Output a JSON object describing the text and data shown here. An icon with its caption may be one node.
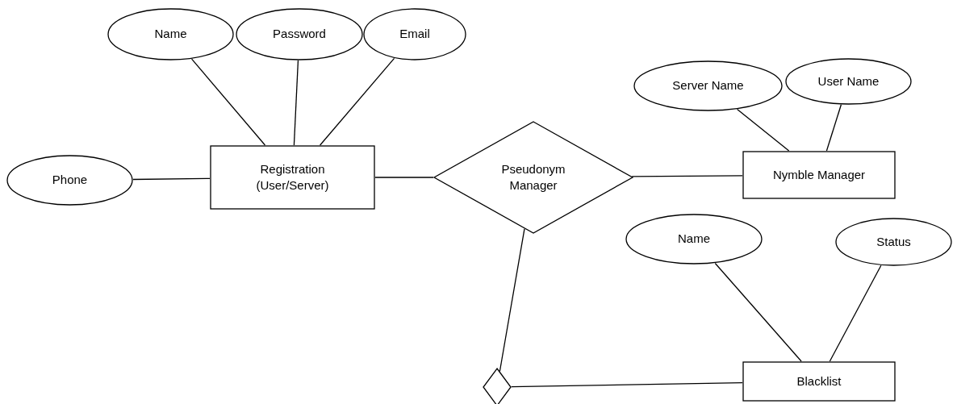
{
  "diagram": {
    "nodes": [
      {
        "text": [
          "Name"
        ]
      },
      {
        "text": [
          "Password"
        ]
      },
      {
        "text": [
          "Email"
        ]
      },
      {
        "text": [
          "Registration (User/Server)"
        ]
      },
      {
        "text": [
          "Phone"
        ]
      },
      {
        "text": [
          "Pseudonym Manager"
        ]
      },
      {
        "text": [
          "Server Name"
        ]
      },
      {
        "text": [
          "User Name"
        ]
      },
      {
        "text": [
          "Nymble Manager"
        ]
      },
      {
        "text": [
          "Name"
        ]
      },
      {
        "text": [
          "Status"
        ]
      },
      {
        "text": [],
        "shape": "diamond"
      },
      {
        "text": [
          "Blacklist"
        ]
      }
    ],
    "edges": [
      {
        "from": 0,
        "to": 3,
        "arrow": "none"
      },
      {
        "from": 1,
        "to": 3,
        "arrow": "none"
      },
      {
        "from": 2,
        "to": 3,
        "arrow": "none"
      },
      {
        "from": 4,
        "to": 3,
        "arrow": "none"
      },
      {
        "from": 3,
        "to": 5,
        "arrow": "none"
      },
      {
        "from": 5,
        "to": 8,
        "arrow": "none"
      },
      {
        "from": 6,
        "to": 8,
        "arrow": "none"
      },
      {
        "from": 7,
        "to": 8,
        "arrow": "none"
      },
      {
        "from": 9,
        "to": 12,
        "arrow": "none"
      },
      {
        "from": 10,
        "to": 12,
        "arrow": "none"
      },
      {
        "from": 5,
        "to": 11,
        "arrow": "none"
      },
      {
        "from": 11,
        "to": 12,
        "arrow": "none"
      }
    ]
  }
}
